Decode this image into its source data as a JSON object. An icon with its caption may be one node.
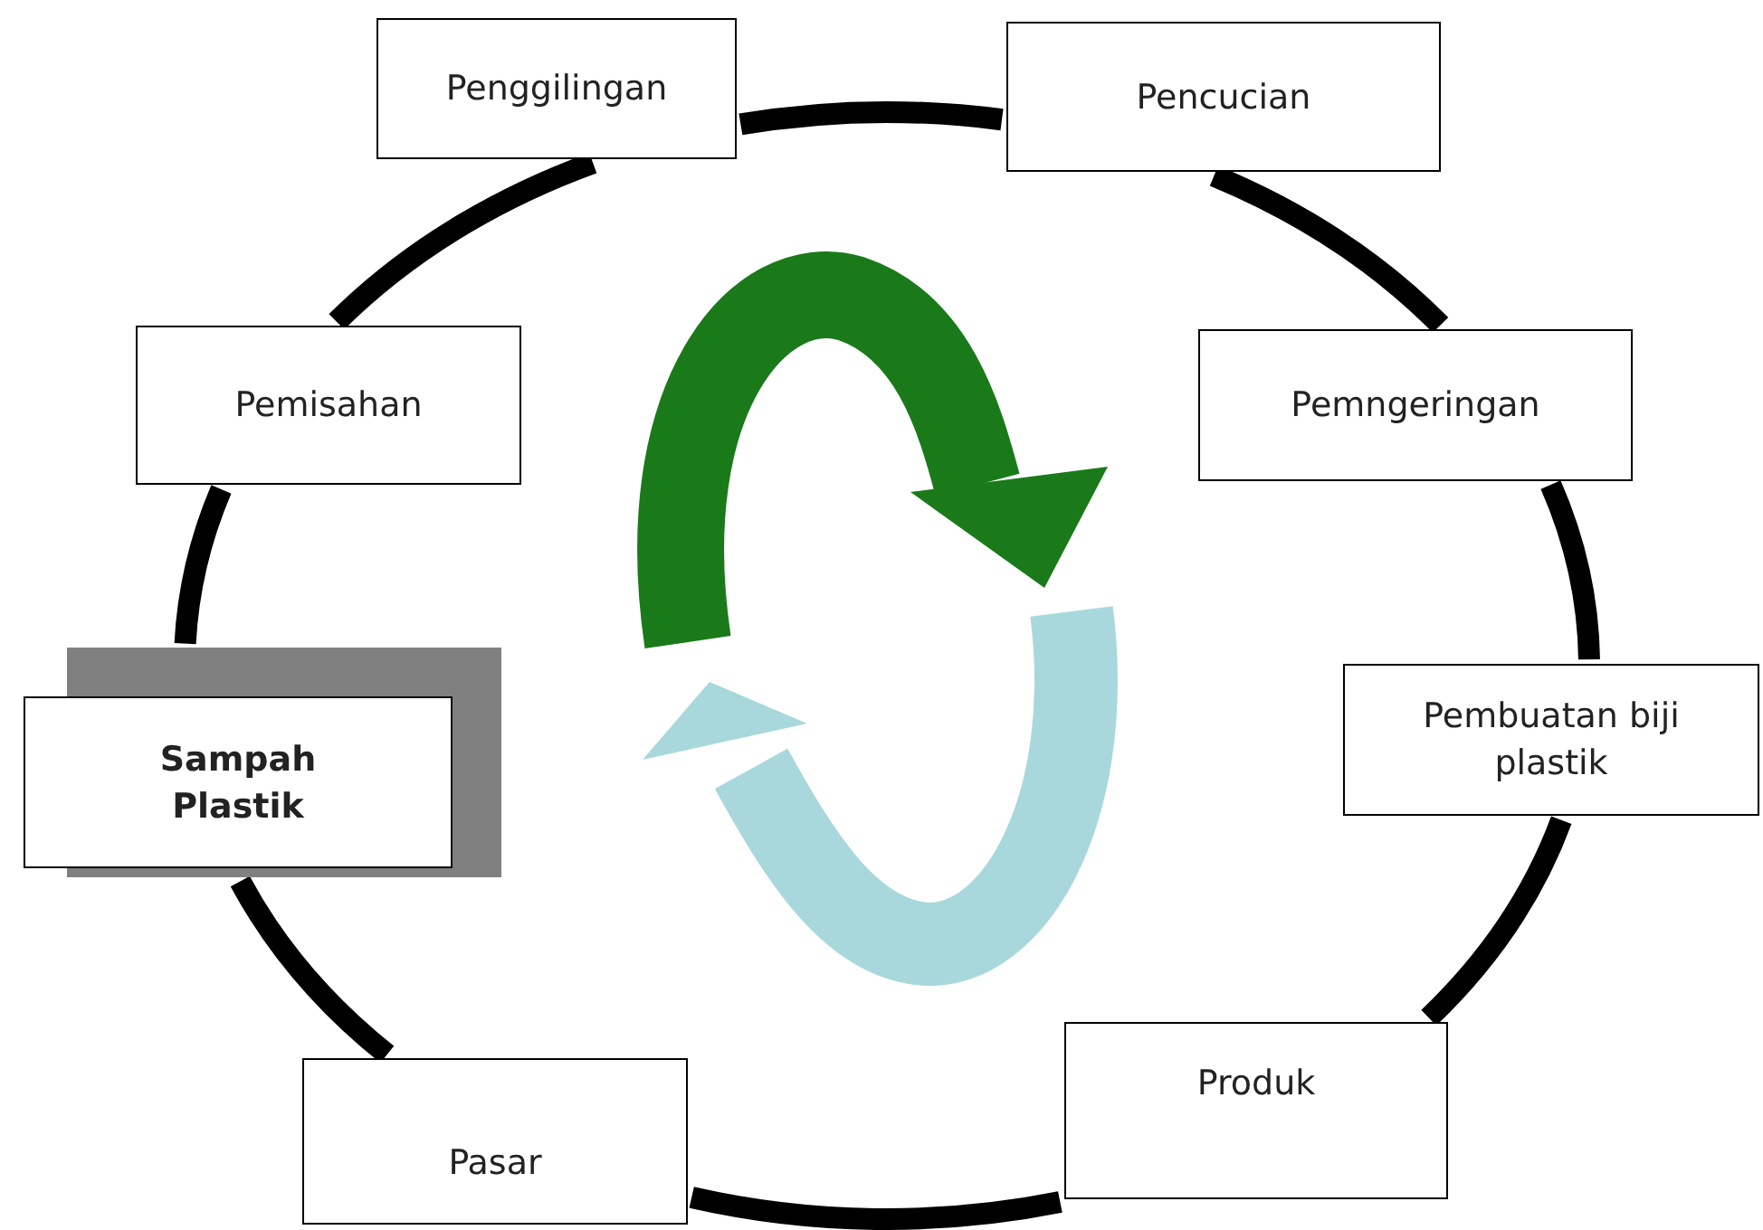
{
  "diagram": {
    "nodes": [
      {
        "text": [
          "Penggilingan"
        ]
      },
      {
        "text": [
          "Pencucian"
        ]
      },
      {
        "text": [
          "Pemisahan"
        ]
      },
      {
        "text": [
          "Pemngeringan"
        ]
      },
      {
        "text": [
          "Sampah Plastik"
        ]
      },
      {
        "text": [
          "Pembuatan biji plastik"
        ]
      },
      {
        "text": [
          "Produk"
        ]
      },
      {
        "text": [
          "Pasar"
        ]
      }
    ],
    "edges": [
      {
        "from": 4,
        "to": 2,
        "arrow": "none"
      },
      {
        "from": 2,
        "to": 0,
        "arrow": "none"
      },
      {
        "from": 0,
        "to": 1,
        "arrow": "none"
      },
      {
        "from": 1,
        "to": 3,
        "arrow": "none"
      },
      {
        "from": 3,
        "to": 5,
        "arrow": "none"
      },
      {
        "from": 5,
        "to": 6,
        "arrow": "none"
      },
      {
        "from": 6,
        "to": 7,
        "arrow": "none"
      },
      {
        "from": 7,
        "to": 4,
        "arrow": "none"
      }
    ]
  }
}
